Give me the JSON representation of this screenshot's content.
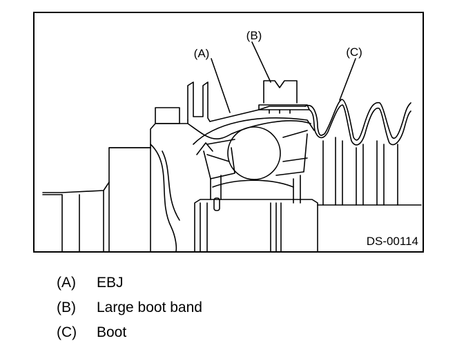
{
  "figure": {
    "id_label": "DS-00114",
    "callouts": [
      {
        "key": "(A)"
      },
      {
        "key": "(B)"
      },
      {
        "key": "(C)"
      }
    ]
  },
  "legend": [
    {
      "key": "(A)",
      "text": "EBJ"
    },
    {
      "key": "(B)",
      "text": "Large boot band"
    },
    {
      "key": "(C)",
      "text": "Boot"
    }
  ]
}
